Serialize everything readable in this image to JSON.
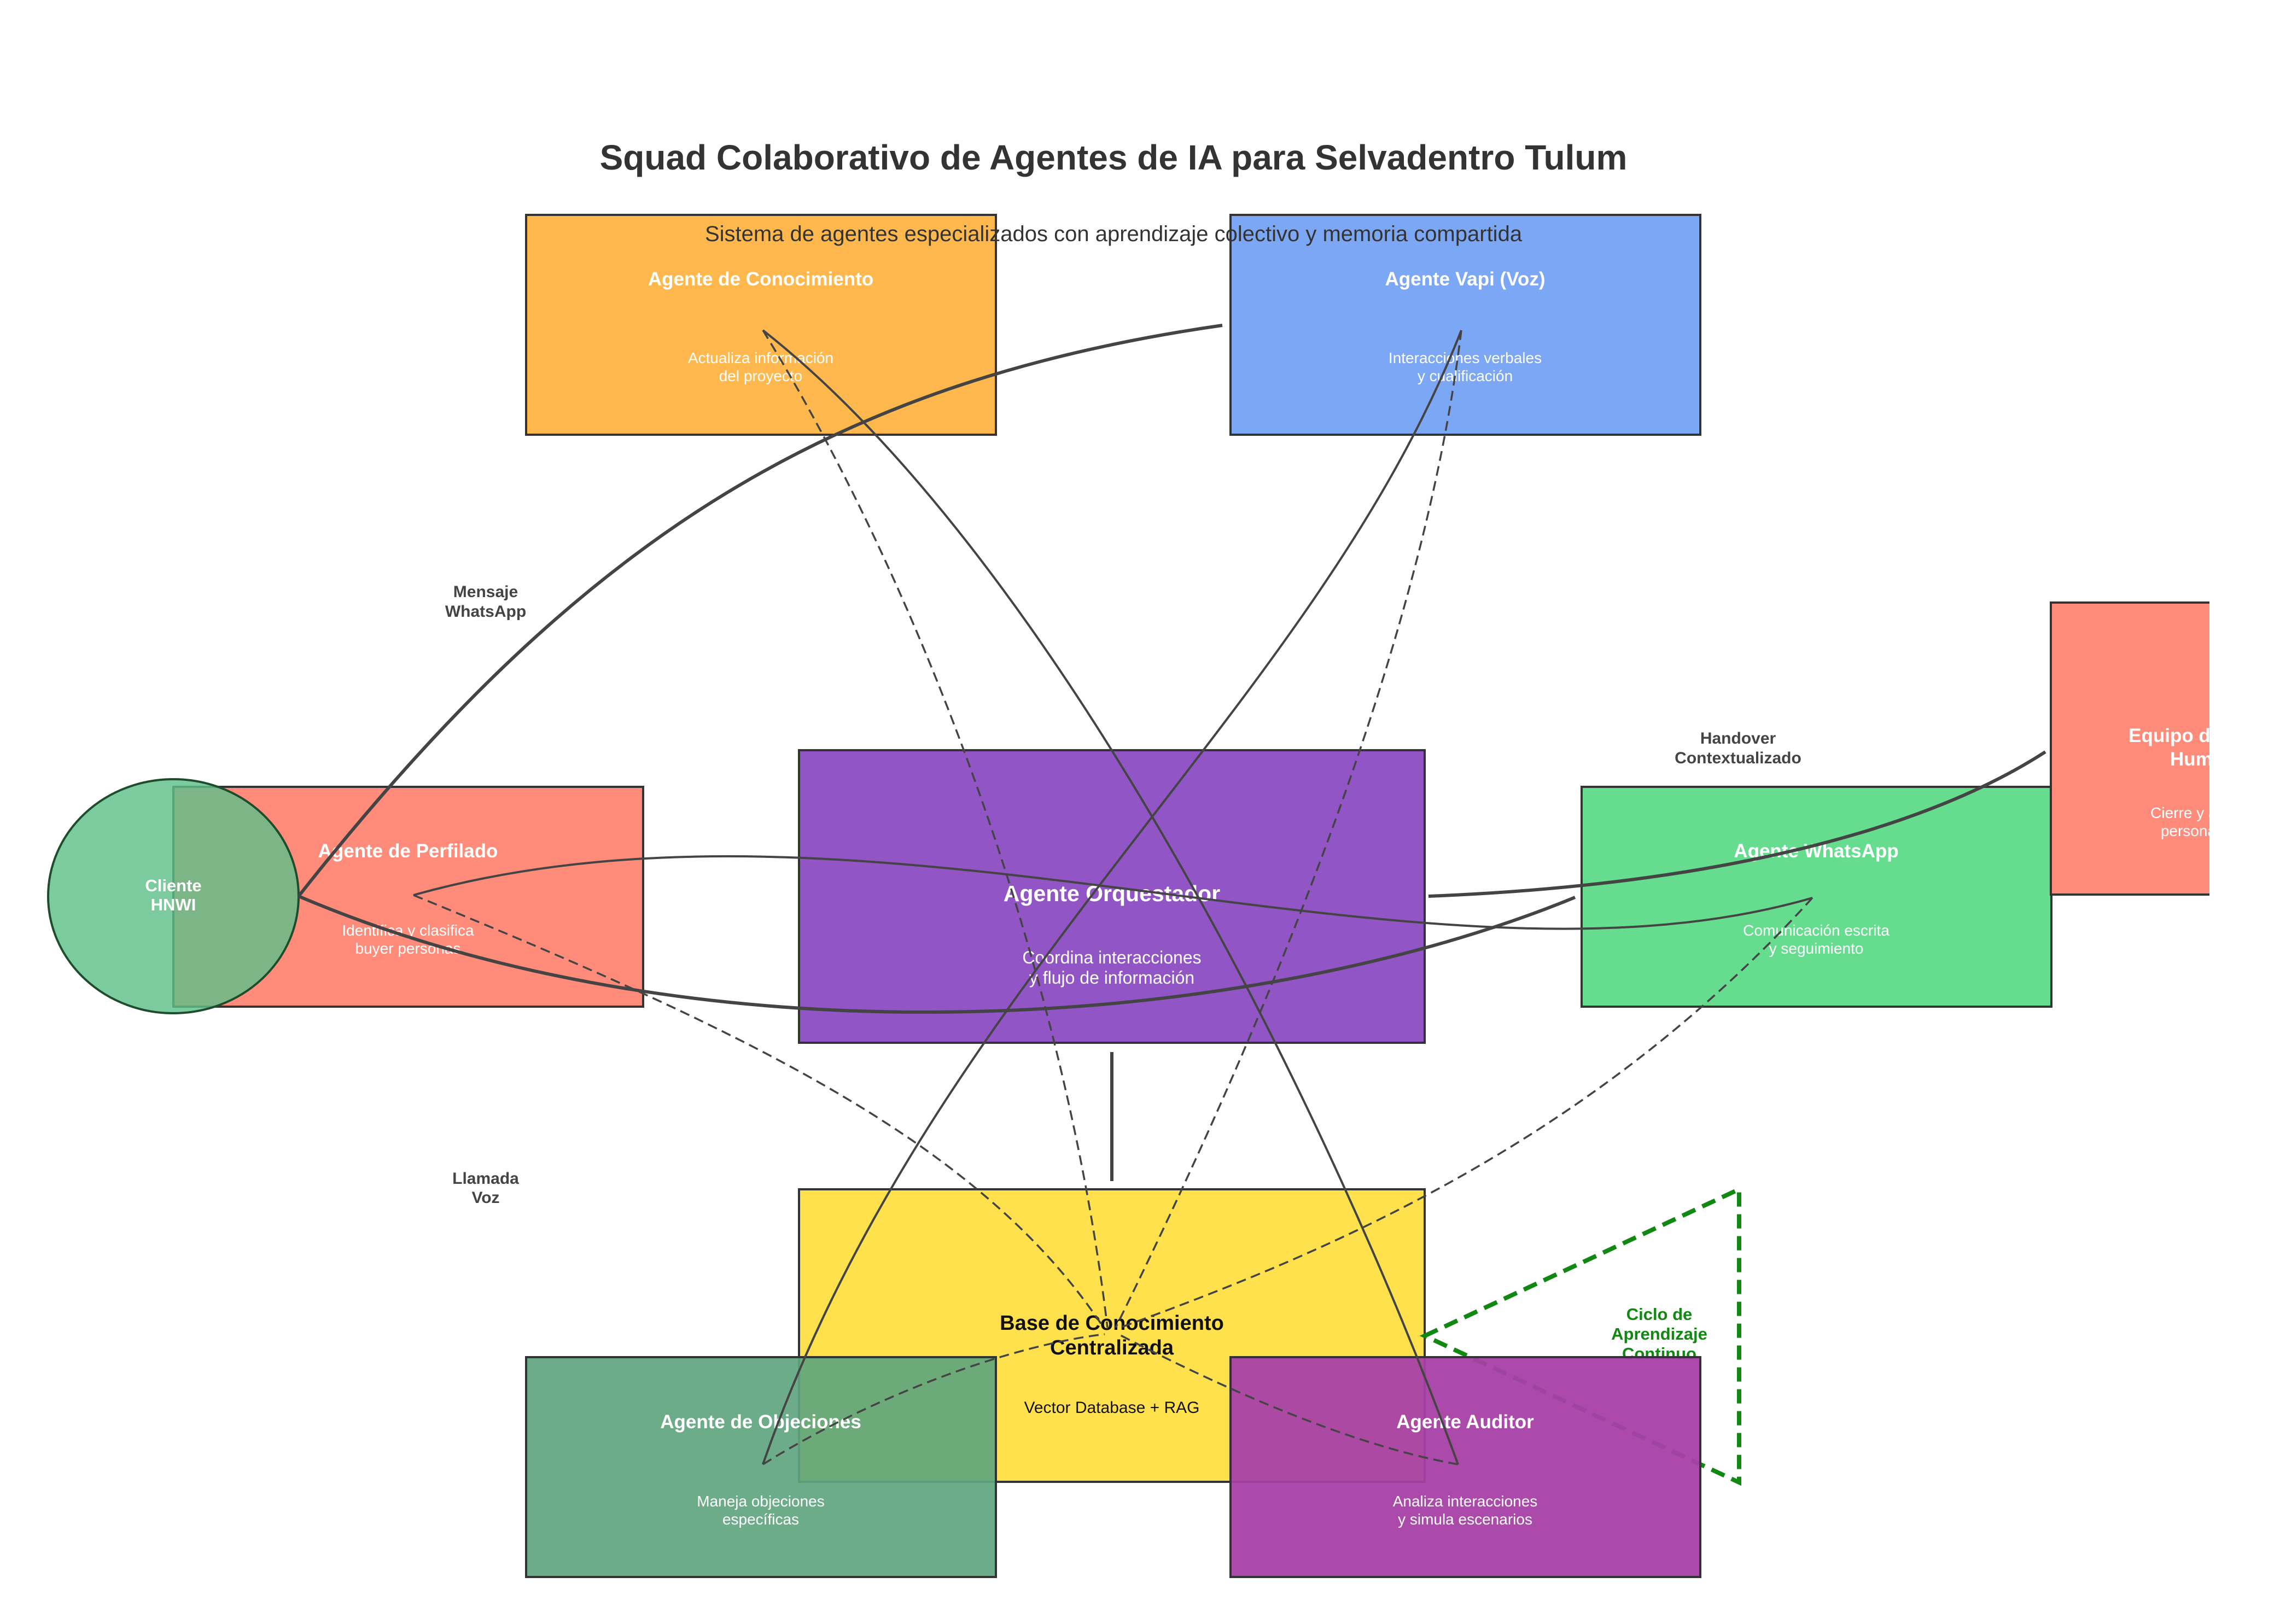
{
  "title": "Squad Colaborativo de Agentes de IA para Selvadentro Tulum",
  "subtitle": "Sistema de agentes especializados con aprendizaje colectivo y memoria compartida",
  "colors": {
    "conocimiento": "#FFB84D",
    "vapi": "#7BA7F5",
    "perfilado": "#FF8C7A",
    "orquestador": "#9155C6",
    "whatsapp": "#66DD8E",
    "equipo": "#FF8C7A",
    "base": "#FFE04D",
    "objeciones": "#5FA57E",
    "auditor": "#A840A8",
    "cliente": "#5FC08A",
    "cycle": "#118811"
  },
  "nodes": {
    "conocimiento": {
      "title": "Agente de Conocimiento",
      "desc1": "Actualiza información",
      "desc2": "del proyecto"
    },
    "vapi": {
      "title": "Agente Vapi (Voz)",
      "desc1": "Interacciones verbales",
      "desc2": "y cualificación"
    },
    "perfilado": {
      "title": "Agente de Perfilado",
      "desc1": "Identifica y clasifica",
      "desc2": "buyer personas"
    },
    "orquestador": {
      "title": "Agente Orquestador",
      "desc1": "Coordina interacciones",
      "desc2": "y flujo de información"
    },
    "whatsapp": {
      "title": "Agente WhatsApp",
      "desc1": "Comunicación escrita",
      "desc2": "y seguimiento"
    },
    "equipo": {
      "title1": "Equipo de Ventas",
      "title2": "Humano",
      "desc1": "Cierre y atención",
      "desc2": "personalizada"
    },
    "base": {
      "title1": "Base de Conocimiento",
      "title2": "Centralizada",
      "desc": "Vector Database + RAG"
    },
    "objeciones": {
      "title": "Agente de Objeciones",
      "desc1": "Maneja objeciones",
      "desc2": "específicas"
    },
    "auditor": {
      "title": "Agente Auditor",
      "desc1": "Analiza interacciones",
      "desc2": "y simula escenarios"
    },
    "cliente": {
      "line1": "Cliente",
      "line2": "HNWI"
    }
  },
  "edge_labels": {
    "whatsapp_msg": {
      "line1": "Mensaje",
      "line2": "WhatsApp"
    },
    "voice_call": {
      "line1": "Llamada",
      "line2": "Voz"
    },
    "handover": {
      "line1": "Handover",
      "line2": "Contextualizado"
    }
  },
  "cycle_label": {
    "line1": "Ciclo de",
    "line2": "Aprendizaje",
    "line3": "Continuo"
  }
}
